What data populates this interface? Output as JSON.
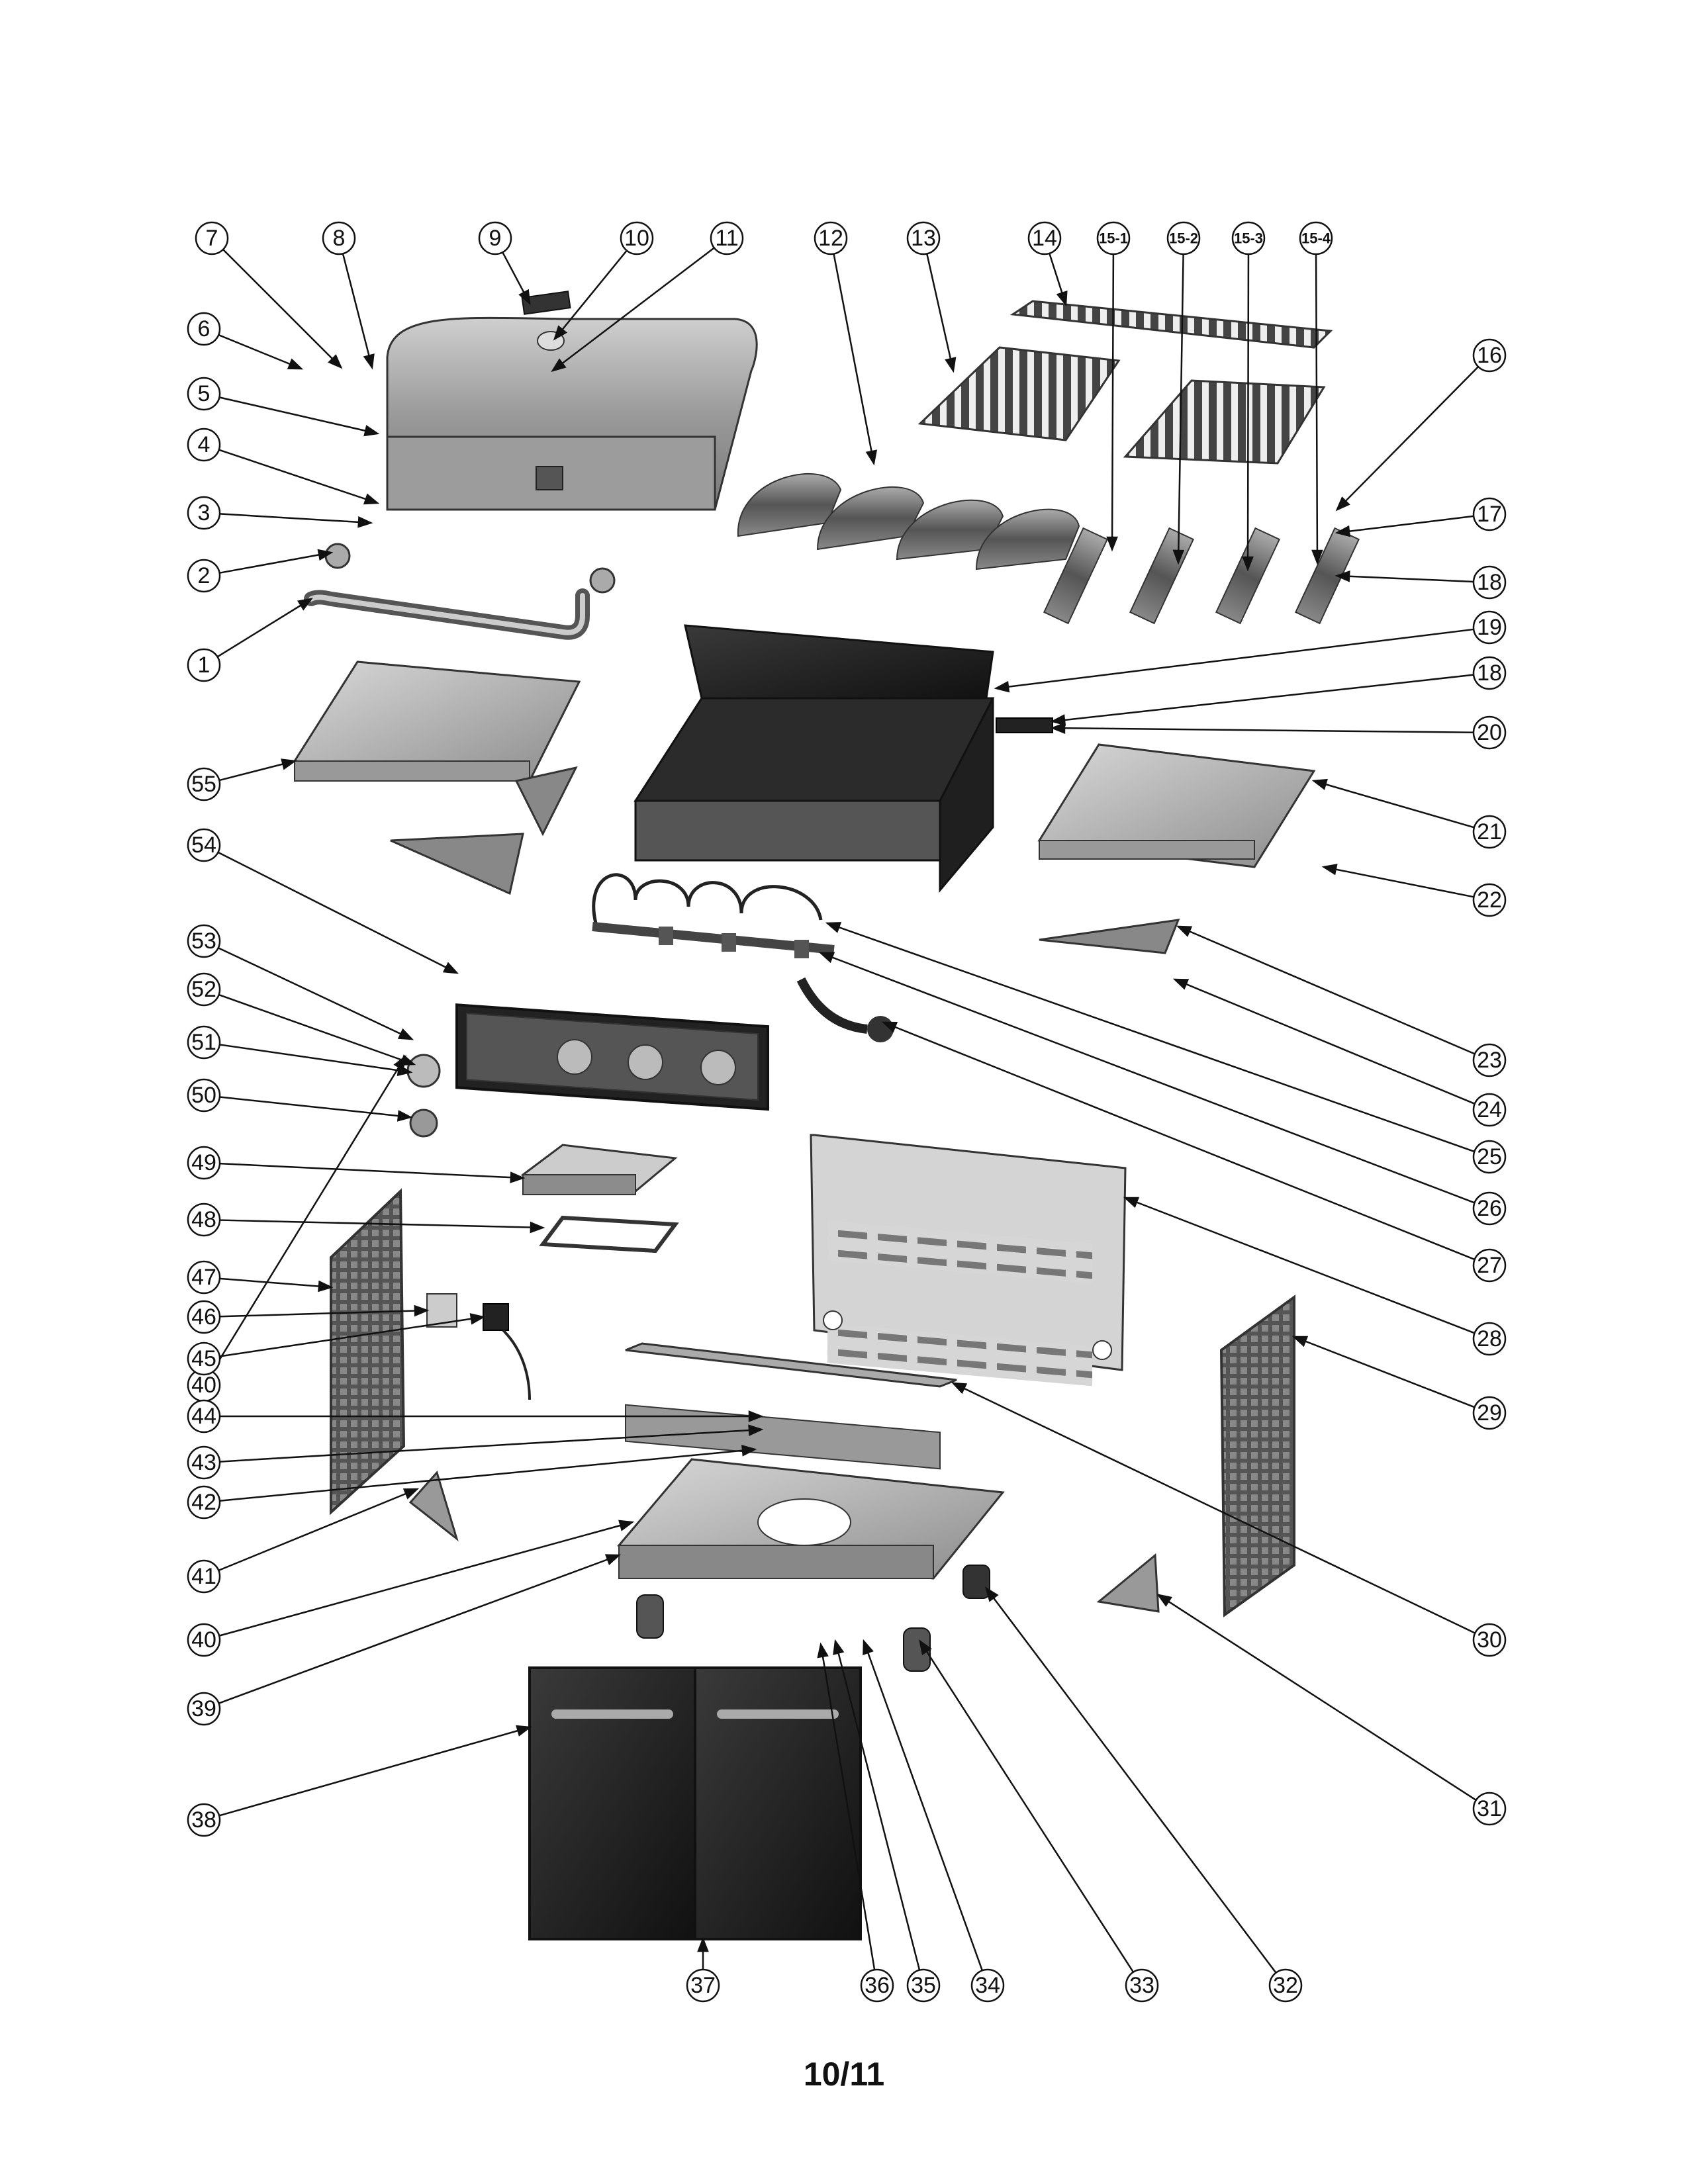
{
  "page_number": "10/11",
  "callouts": [
    "1",
    "2",
    "3",
    "4",
    "5",
    "6",
    "7",
    "8",
    "9",
    "10",
    "11",
    "12",
    "13",
    "14",
    "15-1",
    "15-2",
    "15-3",
    "15-4",
    "16",
    "17",
    "18",
    "18",
    "19",
    "20",
    "21",
    "22",
    "23",
    "24",
    "25",
    "26",
    "27",
    "28",
    "29",
    "30",
    "31",
    "32",
    "33",
    "34",
    "35",
    "36",
    "37",
    "38",
    "39",
    "40",
    "40",
    "41",
    "42",
    "43",
    "44",
    "45",
    "46",
    "47",
    "48",
    "49",
    "50",
    "51",
    "52",
    "53",
    "54",
    "55"
  ]
}
